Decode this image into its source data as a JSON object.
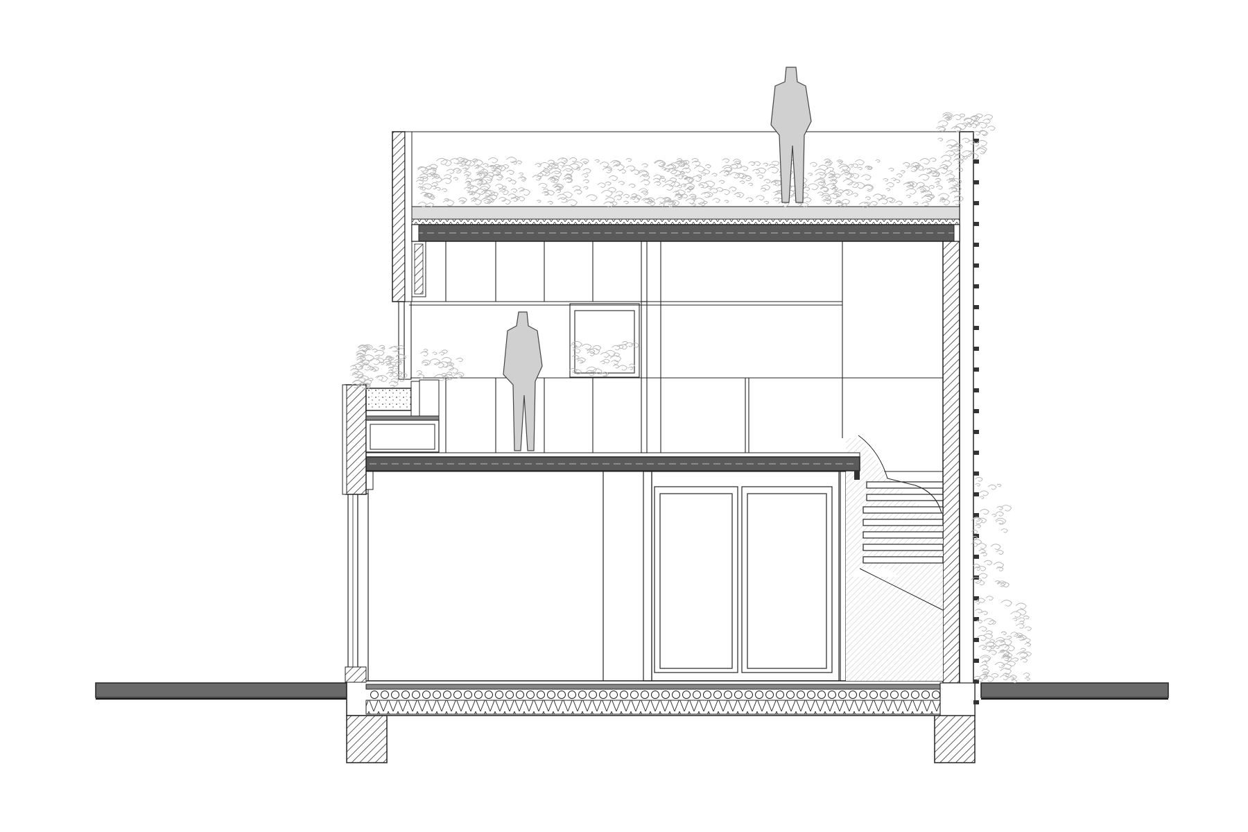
{
  "figure": {
    "kind": "architectural-building-section",
    "colors": {
      "background": "#ffffff",
      "line": "#222222",
      "slab": "#555555",
      "person": "#d0d0d0",
      "vegetation": "#b5b5b5",
      "hatch": "#333333"
    },
    "people": [
      {
        "id": "person-roof",
        "level": "roof-terrace"
      },
      {
        "id": "person-upper",
        "level": "upper-floor"
      }
    ],
    "levels": [
      "roof-terrace",
      "upper-floor",
      "ground-floor",
      "foundation"
    ],
    "stair": {
      "steps": 7,
      "side": "right"
    },
    "labels": []
  }
}
